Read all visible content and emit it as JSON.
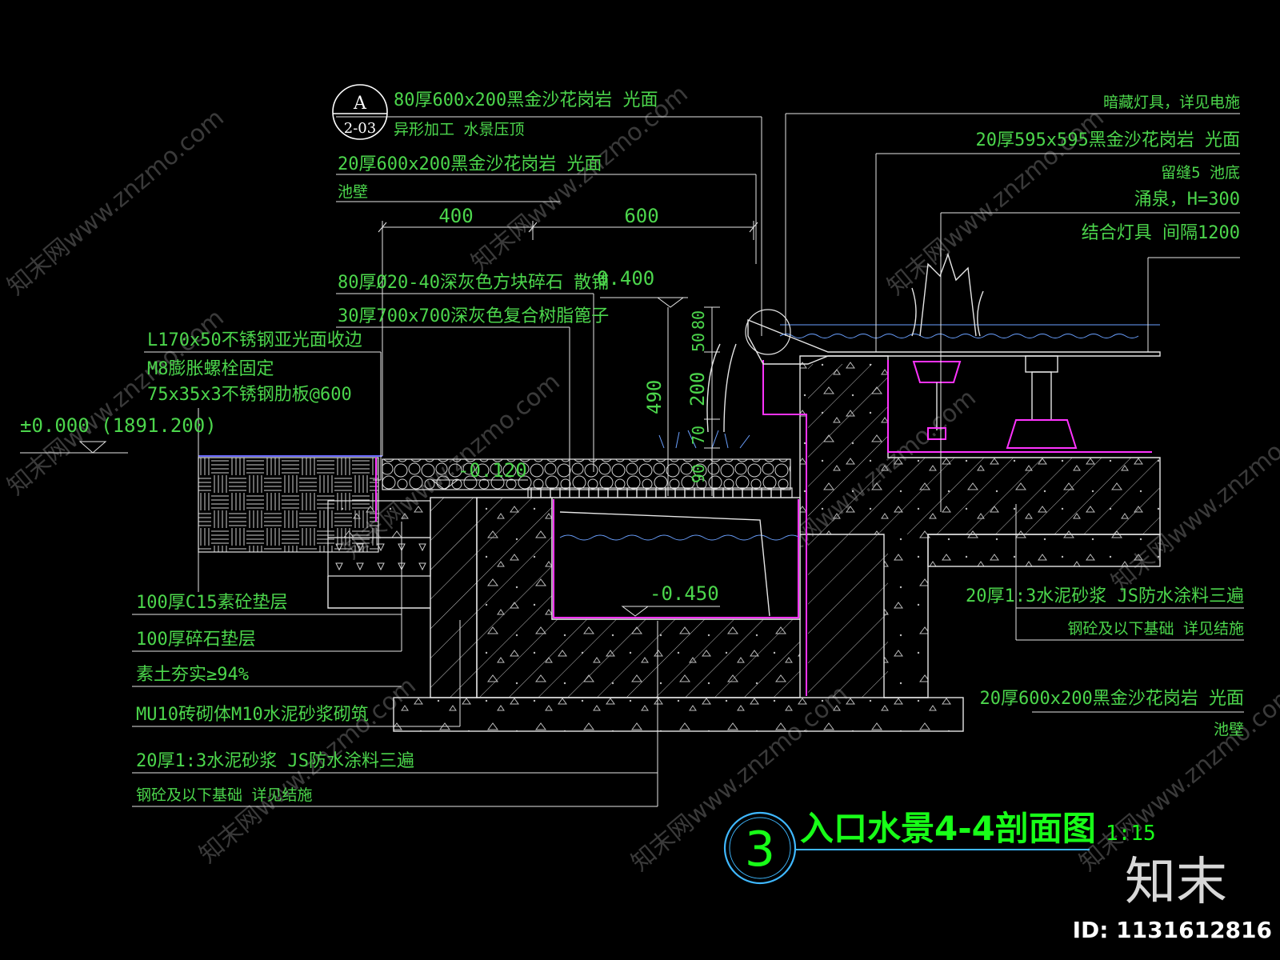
{
  "detail_ref": {
    "letter": "A",
    "sheet": "2-03"
  },
  "labels_top_left": [
    "80厚600x200黑金沙花岗岩 光面",
    "异形加工 水景压顶",
    "20厚600x200黑金沙花岗岩 光面",
    "池壁"
  ],
  "labels_mid_left": [
    "80厚Ø20-40深灰色方块碎石 散铺",
    "30厚700x700深灰色复合树脂篦子"
  ],
  "labels_left_upper": [
    "L170x50不锈钢亚光面收边",
    "M8膨胀螺栓固定",
    "75x35x3不锈钢肋板@600"
  ],
  "datum": "±0.000 (1891.200)",
  "labels_left_lower": [
    "100厚C15素砼垫层",
    "100厚碎石垫层",
    "素土夯实≥94%",
    "MU10砖砌体M10水泥砂浆砌筑",
    "20厚1:3水泥砂浆 JS防水涂料三遍",
    "钢砼及以下基础 详见结施"
  ],
  "labels_right_top": [
    "暗藏灯具，详见电施",
    "20厚595x595黑金沙花岗岩 光面",
    "留缝5 池底",
    "涌泉，H=300",
    "结合灯具 间隔1200"
  ],
  "labels_right_mid": [
    "20厚1:3水泥砂浆 JS防水涂料三遍",
    "钢砼及以下基础 详见结施"
  ],
  "labels_right_low": [
    "20厚600x200黑金沙花岗岩 光面",
    "池壁"
  ],
  "dimensions": {
    "horizontal": [
      "400",
      "600"
    ],
    "vertical": [
      "490",
      "80",
      "50",
      "200",
      "70",
      "90"
    ]
  },
  "elevations": [
    "0.400",
    "-0.120",
    "-0.450"
  ],
  "title": {
    "number": "3",
    "text": "入口水景4-4剖面图",
    "scale": "1:15"
  },
  "watermark": {
    "text": "知末网www.znzmo.com",
    "logo": "知末",
    "id": "ID: 1131612816"
  },
  "colors": {
    "background": "#000000",
    "annotation": "#4cd64c",
    "structure": "#e6e6e6",
    "waterproofing": "#ff33ff",
    "water": "#6aa0ff",
    "title_ring": "#3fb8ff"
  }
}
